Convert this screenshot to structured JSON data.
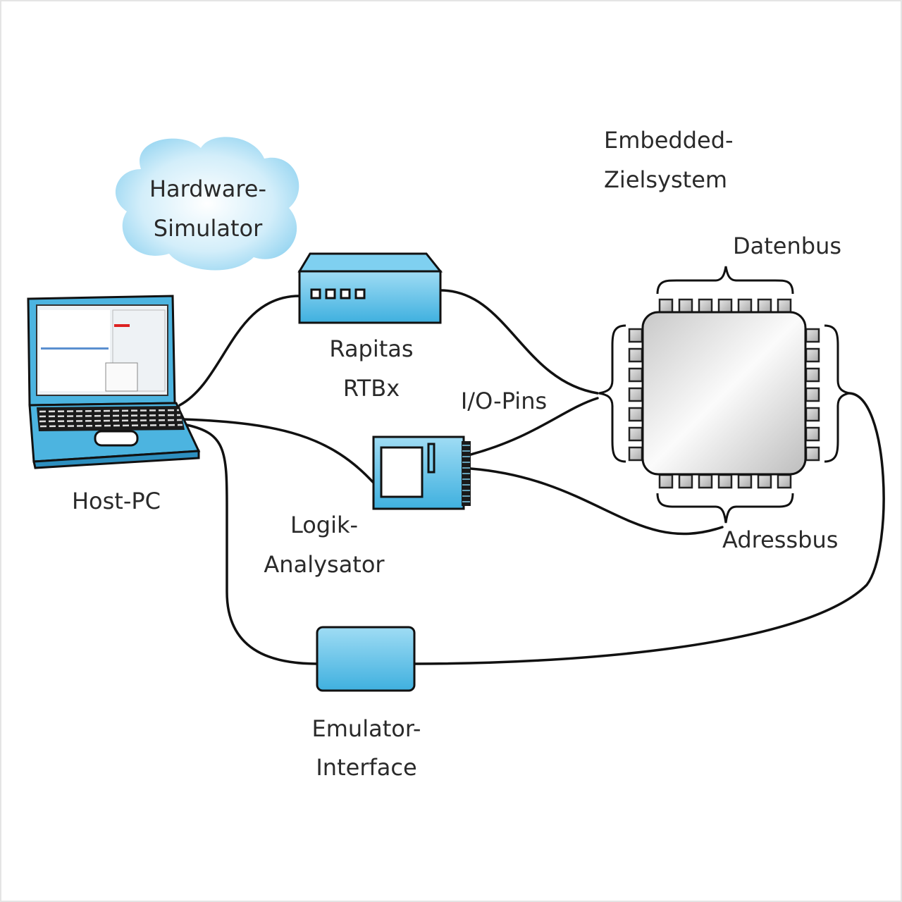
{
  "labels": {
    "hardware_simulator": [
      "Hardware-",
      "Simulator"
    ],
    "embedded_target": [
      "Embedded-",
      "Zielsystem"
    ],
    "data_bus": "Datenbus",
    "address_bus": "Adressbus",
    "host_pc": "Host-PC",
    "rapitas": [
      "Rapitas",
      "RTBx"
    ],
    "io_pins": "I/O-Pins",
    "logic_analyzer": [
      "Logik-",
      "Analysator"
    ],
    "emulator_interface": [
      "Emulator-",
      "Interface"
    ]
  },
  "colors": {
    "device_blue": "#5bbfe6",
    "device_light": "#bfe6f6",
    "chip_gray": "#d9d9d9",
    "cable": "#111111"
  }
}
